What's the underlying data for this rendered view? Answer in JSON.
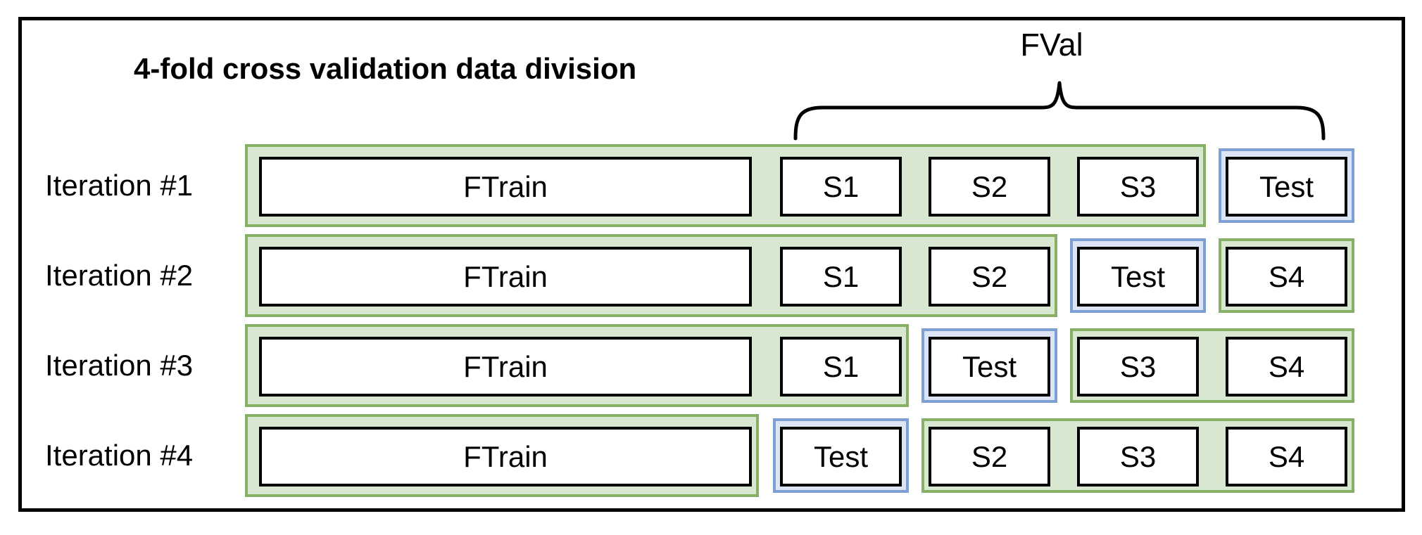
{
  "title": "4-fold cross validation data division",
  "fval": {
    "label": "FVal"
  },
  "colors": {
    "frame": "#000000",
    "box_border": "#000000",
    "box_fill": "#ffffff",
    "val_fill": "#d7e7d0",
    "val_stroke": "#85b066",
    "test_fill": "#dbe5f6",
    "test_stroke": "#7d9fd3",
    "text": "#000000"
  },
  "rows": [
    {
      "label": "Iteration #1",
      "train": "FTrain",
      "slots": [
        "S1",
        "S2",
        "S3",
        "Test"
      ]
    },
    {
      "label": "Iteration #2",
      "train": "FTrain",
      "slots": [
        "S1",
        "S2",
        "Test",
        "S4"
      ]
    },
    {
      "label": "Iteration #3",
      "train": "FTrain",
      "slots": [
        "S1",
        "Test",
        "S3",
        "S4"
      ]
    },
    {
      "label": "Iteration #4",
      "train": "FTrain",
      "slots": [
        "Test",
        "S2",
        "S3",
        "S4"
      ]
    }
  ]
}
